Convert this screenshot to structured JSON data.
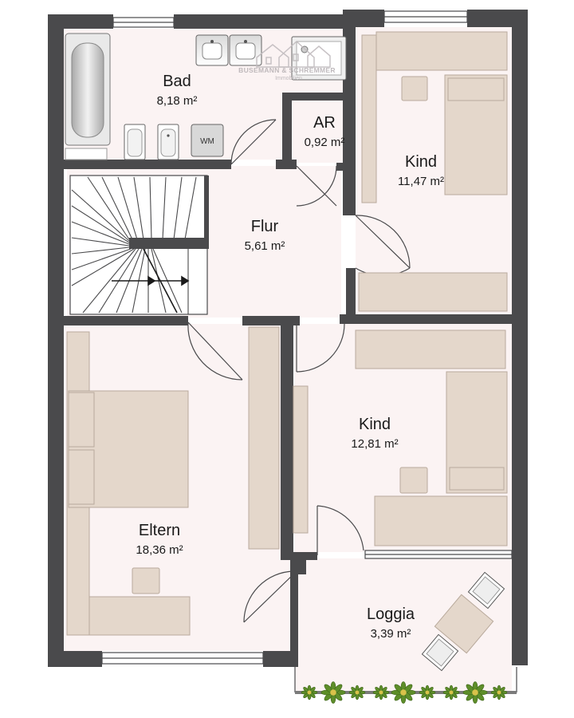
{
  "logo": {
    "line1": "BUSEMANN & SCHREMMER",
    "line2": "Immobilien"
  },
  "rooms": [
    {
      "id": "bad",
      "name": "Bad",
      "area": "8,18 m²"
    },
    {
      "id": "ar",
      "name": "AR",
      "area": "0,92 m²"
    },
    {
      "id": "kind1",
      "name": "Kind",
      "area": "11,47 m²"
    },
    {
      "id": "flur",
      "name": "Flur",
      "area": "5,61 m²"
    },
    {
      "id": "kind2",
      "name": "Kind",
      "area": "12,81 m²"
    },
    {
      "id": "eltern",
      "name": "Eltern",
      "area": "18,36 m²"
    },
    {
      "id": "loggia",
      "name": "Loggia",
      "area": "3,39 m²"
    }
  ],
  "appliances": {
    "washer_label": "WM"
  },
  "colors": {
    "wall": "#4a4a4c",
    "floor": "#fbf3f3",
    "furniture": "#e4d7cb",
    "furniture_stroke": "#b9aa9c",
    "plant": "#5e8e2a"
  }
}
